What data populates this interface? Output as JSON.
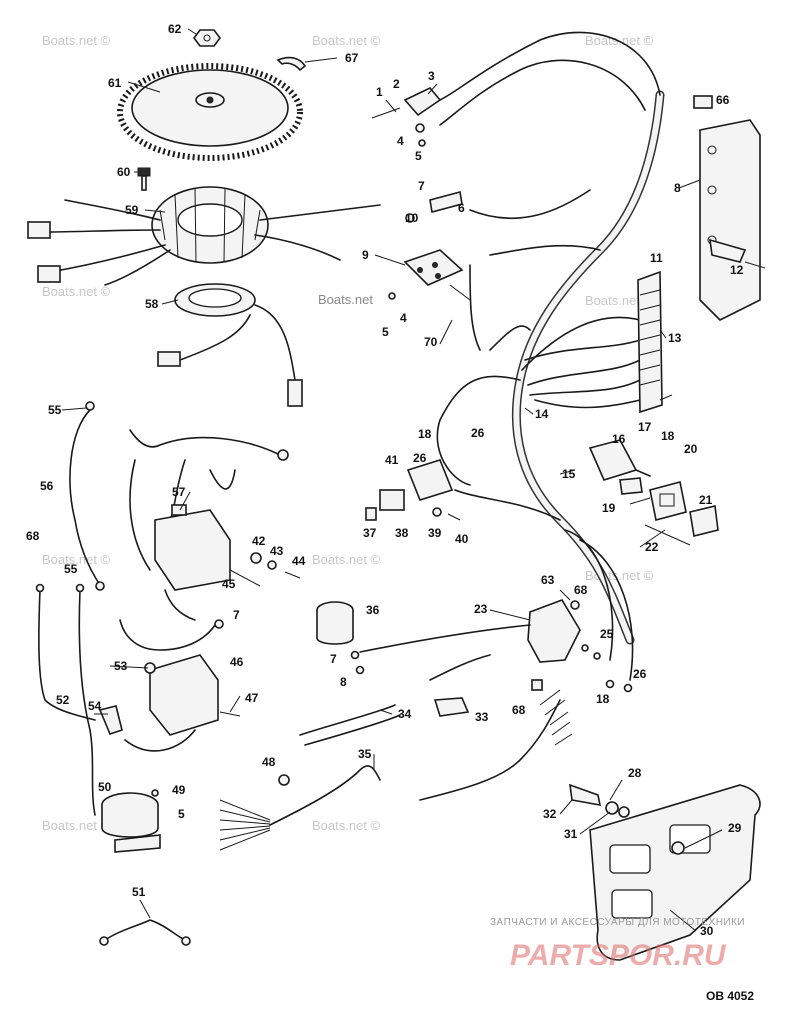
{
  "watermarks": [
    "Boats.net ©",
    "Boats.net ©",
    "Boats.net ©",
    "Boats.net ©",
    "Boats.net ©",
    "Boats.net ©",
    "Boats.net ©",
    "Boats.net ©",
    "Boats.net ©",
    "Boats.net ©",
    "Boats.net"
  ],
  "brand": {
    "tagline": "ЗАПЧАСТИ И АКСЕССУАРЫ ДЛЯ МОТОТЕХНИКИ",
    "name": "PARTSPOR.RU"
  },
  "drawing_code": "OB 4052",
  "callouts": [
    "62",
    "67",
    "61",
    "1",
    "2",
    "3",
    "66",
    "60",
    "59",
    "4",
    "5",
    "7",
    "6",
    "8",
    "10",
    "9",
    "11",
    "12",
    "58",
    "5",
    "4",
    "70",
    "13",
    "55",
    "14",
    "18",
    "26",
    "16",
    "17",
    "18",
    "20",
    "56",
    "41",
    "26",
    "15",
    "57",
    "19",
    "21",
    "37",
    "38",
    "39",
    "40",
    "22",
    "68",
    "42",
    "43",
    "44",
    "45",
    "55",
    "63",
    "68",
    "36",
    "23",
    "7",
    "25",
    "53",
    "46",
    "7",
    "8",
    "26",
    "18",
    "52",
    "47",
    "54",
    "34",
    "33",
    "68",
    "35",
    "48",
    "50",
    "49",
    "5",
    "28",
    "32",
    "31",
    "29",
    "51",
    "30"
  ]
}
